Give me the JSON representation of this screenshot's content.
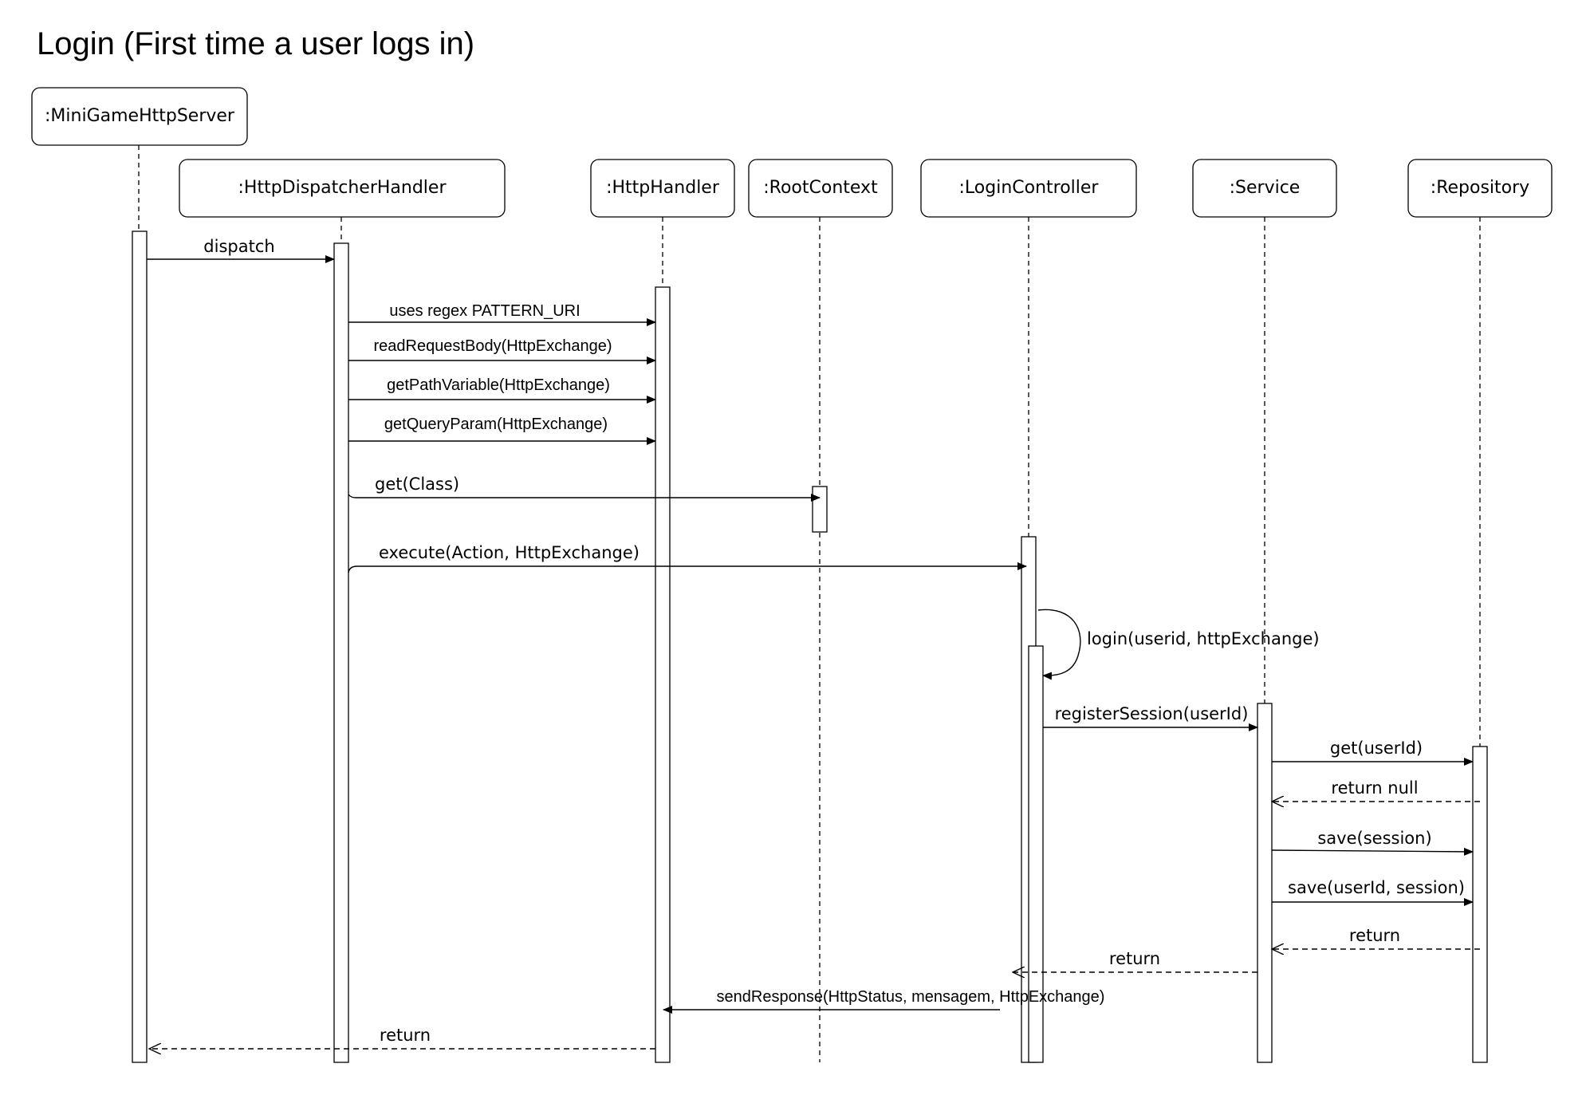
{
  "title": "Login (First time a user logs in)",
  "participants": {
    "server": ":MiniGameHttpServer",
    "dispatcher": ":HttpDispatcherHandler",
    "handler": ":HttpHandler",
    "root_context": ":RootContext",
    "controller": ":LoginController",
    "service": ":Service",
    "repository": ":Repository"
  },
  "messages": {
    "dispatch": "dispatch",
    "uses_regex": "uses regex PATTERN_URI",
    "read_request_body": "readRequestBody(HttpExchange)",
    "get_path_variable": "getPathVariable(HttpExchange)",
    "get_query_param": "getQueryParam(HttpExchange)",
    "get_class": "get(Class)",
    "execute": "execute(Action, HttpExchange)",
    "login": "login(userid, httpExchange)",
    "register_session": "registerSession(userId)",
    "get_user_id": "get(userId)",
    "return_null": "return null",
    "save_session": "save(session)",
    "save_user_session": "save(userId, session)",
    "return_repo": "return",
    "return_service": "return",
    "send_response": "sendResponse(HttpStatus, mensagem, HttpExchange)",
    "return_final": "return"
  }
}
